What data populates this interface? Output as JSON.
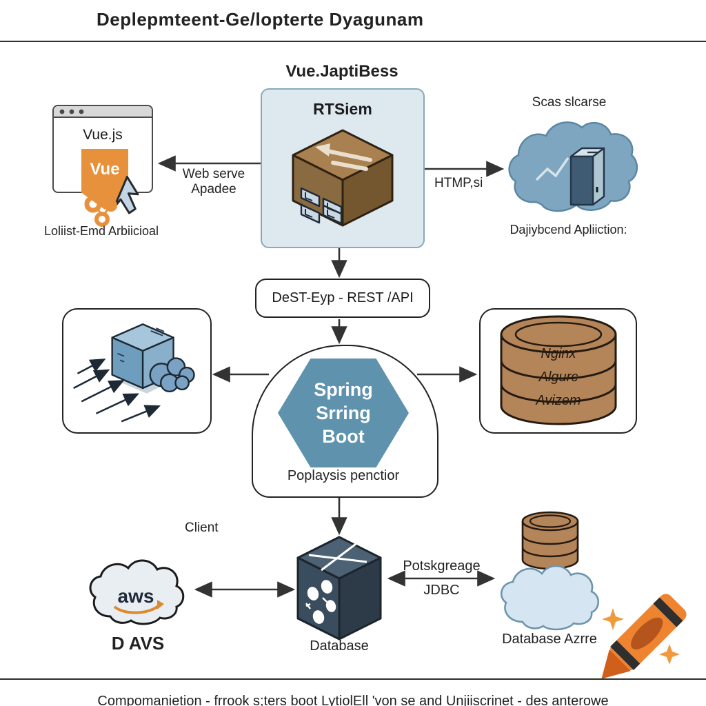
{
  "title": "Deplepmteent-Ge/lopterte Dyagunam",
  "colors": {
    "accent_orange": "#e8913c",
    "steel_blue": "#5e92ad",
    "card_blue": "#dee9ef",
    "brown": "#b5855a",
    "dark_navy": "#3a4d5e"
  },
  "top": {
    "heading": "Vue.JaptiBess",
    "frontend": {
      "browser_title": "Vue.js",
      "shield_label": "Vue",
      "caption": "Loliist-Emd Arbiicioal"
    },
    "server_box": {
      "title": "RTSiem"
    },
    "cloud": {
      "heading": "Scas slcarse",
      "caption": "Dajiybcend Apliiction:"
    },
    "left_arrow_label_line1": "Web serve",
    "left_arrow_label_line2": "Apadee",
    "right_arrow_label": "HTMP,si"
  },
  "middle": {
    "rest_label": "DeST-Eyp - REST /API",
    "spring": {
      "line1": "Spring",
      "line2": "Srring",
      "line3": "Boot",
      "caption": "Poplaysis penctior"
    },
    "db_stack": {
      "labels": [
        "Nginx",
        "Algurc",
        "Avizem"
      ]
    }
  },
  "bottom": {
    "client_label": "Client",
    "aws": {
      "logo_text": "aws",
      "caption": "D AVS"
    },
    "database_caption": "Database",
    "link_label_line1": "Potskgreage",
    "link_label_line2": "JDBC",
    "azure_caption": "Database Azrre"
  },
  "footer": "Compomanietion -  frrook s;ters boot LytiolEll 'von se and Unjiiscrinet - des anterowe"
}
